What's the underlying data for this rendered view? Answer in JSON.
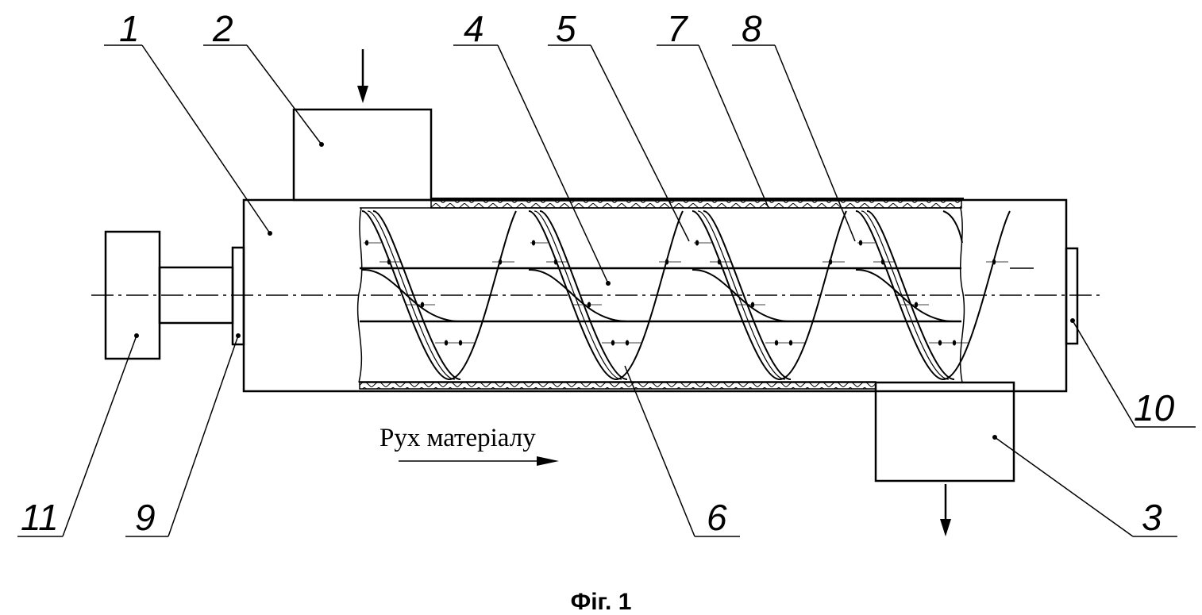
{
  "figure": {
    "caption": "Фіг. 1",
    "flow_label": "Рух матеріалу",
    "callouts": [
      {
        "id": "1",
        "label": "1"
      },
      {
        "id": "2",
        "label": "2"
      },
      {
        "id": "4",
        "label": "4"
      },
      {
        "id": "5",
        "label": "5"
      },
      {
        "id": "7",
        "label": "7"
      },
      {
        "id": "8",
        "label": "8"
      },
      {
        "id": "10",
        "label": "10"
      },
      {
        "id": "11",
        "label": "11"
      },
      {
        "id": "9",
        "label": "9"
      },
      {
        "id": "6",
        "label": "6"
      },
      {
        "id": "3",
        "label": "3"
      }
    ]
  },
  "colors": {
    "line": "#000000",
    "background": "#ffffff"
  }
}
